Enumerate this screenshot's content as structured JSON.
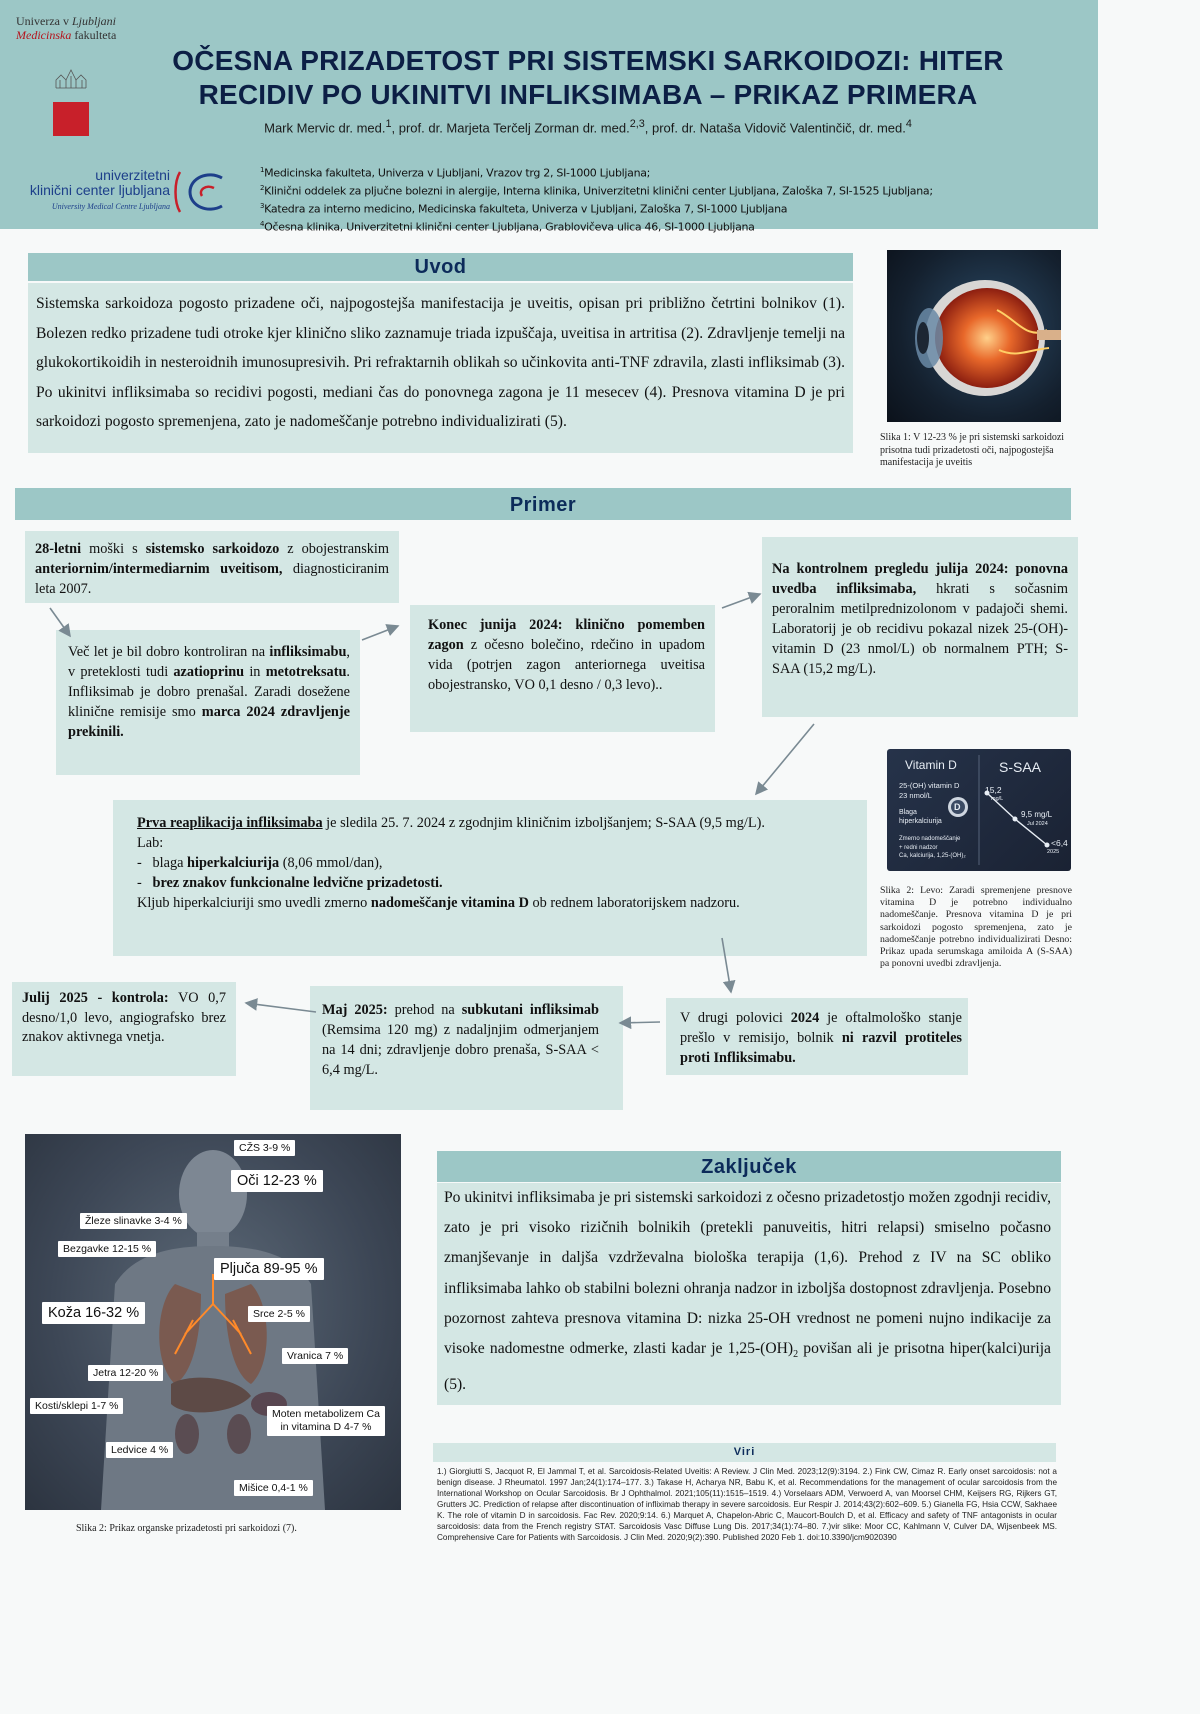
{
  "header": {
    "uni_line1": "Univerza v",
    "uni_line1_it": "Ljubljani",
    "uni_line2_it": "Medicinska",
    "uni_line2": " fakulteta",
    "title_line1": "OČESNA PRIZADETOST PRI SISTEMSKI SARKOIDOZI: HITER",
    "title_line2": "RECIDIV PO UKINITVI INFLIKSIMABA – PRIKAZ PRIMERA",
    "authors_a": "Mark Mervic dr. med.",
    "authors_a_sup": "1",
    "authors_b": ", prof. dr. Marjeta Terčelj Zorman dr. med.",
    "authors_b_sup": "2,3",
    "authors_c": ", prof. dr. Nataša Vidovič Valentinčič, dr. med.",
    "authors_c_sup": "4",
    "ukc_line1": "univerzitetni",
    "ukc_line2": "klinični center ljubljana",
    "ukc_sub": "University Medical Centre Ljubljana",
    "affils": [
      {
        "sup": "1",
        "text": "Medicinska fakulteta, Univerza v Ljubljani, Vrazov trg 2, SI-1000 Ljubljana;"
      },
      {
        "sup": "2",
        "text": "Klinični oddelek za pljučne bolezni in alergije, Interna klinika, Univerzitetni klinični center Ljubljana, Zaloška 7, SI-1525 Ljubljana;"
      },
      {
        "sup": "3",
        "text": "Katedra za interno medicino, Medicinska fakulteta, Univerza v Ljubljani, Zaloška 7, SI-1000 Ljubljana"
      },
      {
        "sup": "4",
        "text": "Očesna klinika, Univerzitetni klinični center Ljubljana, Grablovičeva ulica 46, SI-1000 Ljubljana"
      }
    ]
  },
  "uvod": {
    "heading": "Uvod",
    "text": "Sistemska sarkoidoza pogosto prizadene oči, najpogostejša manifestacija je uveitis, opisan pri približno četrtini bolnikov (1). Bolezen redko prizadene tudi otroke kjer klinično sliko zaznamuje triada izpuščaja, uveitisa in artritisa (2). Zdravljenje temelji na glukokortikoidih in nesteroidnih imunosupresivih. Pri refraktarnih oblikah so učinkovita anti-TNF zdravila, zlasti infliksimab (3). Po ukinitvi infliksimaba so recidivi pogosti, mediani čas do ponovnega zagona je 11 mesecev (4). Presnova vitamina D je pri sarkoidozi pogosto spremenjena, zato je nadomeščanje potrebno individualizirati (5).",
    "caption": "Slika 1: V 12-23 % je pri sistemski sarkoidozi prisotna tudi prizadetosti oči, najpogostejša manifestacija je uveitis"
  },
  "primer": {
    "heading": "Primer",
    "b1": {
      "b1": "28-letni",
      "t1": " moški s ",
      "b2": "sistemsko sarkoidozo",
      "t2": " z obojestranskim ",
      "b3": "anteriornim/intermediarnim uveitisom,",
      "t3": " diagnosticiranim leta 2007."
    },
    "b2": {
      "t1": "Več let je bil dobro kontroliran na ",
      "b1": "infliksimabu",
      "t2": ", v preteklosti tudi ",
      "b2": "azatioprinu",
      "t3": " in ",
      "b3": "metotreksatu",
      "t4": ". Infliksimab je dobro prenašal. Zaradi dosežene klinične remisije smo ",
      "b4": "marca 2024 zdravljenje prekinili."
    },
    "b3": {
      "b1": "Konec junija 2024: klinično pomemben zagon",
      "t1": " z očesno bolečino, rdečino in upadom vida (potrjen zagon anteriornega uveitisa obojestransko, VO 0,1 desno / 0,3 levo).."
    },
    "b4": {
      "b1": "Na kontrolnem pregledu julija 2024: ponovna uvedba infliksimaba,",
      "t1": " hkrati s sočasnim peroralnim metilprednizolonom v padajoči shemi. Laboratorij je ob recidivu pokazal nizek 25-(OH)-vitamin D (23 nmol/L) ob normalnem PTH; S-SAA (15,2 mg/L)."
    },
    "b5": {
      "u1": "Prva reaplikacija infliksimaba",
      "t1": " je sledila 25. 7. 2024 z zgodnjim kliničnim izboljšanjem; S-SAA (9,5 mg/L).",
      "lab": "Lab:",
      "li1a": "blaga ",
      "li1b": "hiperkalciurija",
      "li1c": " (8,06 mmol/dan),",
      "li2": "brez znakov funkcionalne ledvične prizadetosti.",
      "t2": "Kljub hiperkalciuriji smo uvedli zmerno ",
      "b2": "nadomeščanje vitamina D",
      "t3": " ob rednem laboratorijskem nadzoru.",
      "dash": "-"
    },
    "b6": {
      "t1": "V drugi polovici ",
      "b1": "2024",
      "t2": " je oftalmološko stanje prešlo v remisijo, bolnik ",
      "b2": "ni razvil protiteles proti  Infliksimabu."
    },
    "b7": {
      "b1": "Maj 2025:",
      "t1": " prehod na ",
      "b2": "subkutani infliksimab",
      "t2": " (Remsima 120 mg) z nadaljnjim odmerjanjem na 14 dni; zdravljenje dobro prenaša, S-SAA < 6,4 mg/L."
    },
    "b8": {
      "b1": "Julij 2025 - kontrola:",
      "t1": " VO 0,7 desno/1,0 levo, angiografsko brez znakov aktivnega vnetja."
    },
    "vitd": {
      "title_left": "Vitamin D",
      "title_right": "S-SAA",
      "l1": "25-(OH) vitamin D",
      "l2": "23 nmol/L",
      "l3": "Blaga",
      "l4": "hiperkalciurija",
      "l5": "Zmerno nadomeščanje",
      "l6": "+ redni nadzor",
      "l7": "Ca, kalciurija, 1,25-(OH)₂",
      "d_icon": "D",
      "p1": "15,2",
      "p1u": "mg/L",
      "p2": "9,5 mg/L",
      "p2d": "Jul 2024",
      "p3": "<6,4",
      "p3d": "2025"
    },
    "caption2": "Slika 2: Levo: Zaradi spremenjene presnove vitamina D je potrebno individualno nadomeščanje. Presnova vitamina D je pri sarkoidozi pogosto spremenjena, zato je nadomeščanje potrebno individualizirati Desno: Prikaz upada serumskaga amiloida A (S-SAA) pa ponovni uvedbi zdravljenja."
  },
  "organs": {
    "tags": {
      "czs": "CŽS 3-9 %",
      "oci": "Oči 12-23 %",
      "zleze": "Žleze slinavke 3-4 %",
      "bezgavke": "Bezgavke 12-15 %",
      "pljuca": "Pljuča 89-95 %",
      "koza": "Koža 16-32 %",
      "srce": "Srce 2-5 %",
      "vranica": "Vranica 7 %",
      "jetra": "Jetra 12-20 %",
      "kosti": "Kosti/sklepi 1-7 %",
      "moten1": "Moten metabolizem Ca",
      "moten2": "in vitamina D 4-7 %",
      "ledvice": "Ledvice 4 %",
      "misice": "Mišice 0,4-1 %"
    },
    "caption": "Slika 2: Prikaz organske prizadetosti pri sarkoidozi (7)."
  },
  "zakljucek": {
    "heading": "Zaključek",
    "text_a": "Po ukinitvi infliksimaba je pri sistemski sarkoidozi z očesno prizadetostjo možen zgodnji recidiv, zato je pri visoko rizičnih bolnikih (pretekli panuveitis, hitri relapsi) smiselno počasno zmanjševanje in daljša vzdrževalna biološka terapija (1,6). Prehod z IV na SC obliko infliksimaba lahko ob stabilni bolezni ohranja nadzor in izboljša dostopnost zdravljenja. Posebno pozornost zahteva presnova vitamina D: nizka 25-OH vrednost ne pomeni nujno indikacije za visoke nadomestne odmerke, zlasti kadar je 1,25-(OH)",
    "sub": "2",
    "text_b": " povišan ali je prisotna hiper(kalci)urija (5)."
  },
  "viri": {
    "heading": "Viri",
    "text": "1.) Giorgiutti S, Jacquot R, El Jammal T, et al. Sarcoidosis-Related Uveitis: A Review. J Clin Med. 2023;12(9):3194. 2.) Fink CW, Cimaz R. Early onset sarcoidosis: not a benign disease. J Rheumatol. 1997 Jan;24(1):174–177. 3.) Takase H, Acharya NR, Babu K, et al. Recommendations for the management of ocular sarcoidosis from the International Workshop on Ocular Sarcoidosis. Br J Ophthalmol. 2021;105(11):1515–1519. 4.) Vorselaars ADM, Verwoerd A, van Moorsel CHM, Keijsers RG, Rijkers GT, Grutters JC. Prediction of relapse after discontinuation of infliximab therapy in severe sarcoidosis. Eur Respir J. 2014;43(2):602–609. 5.) Gianella FG, Hsia CCW, Sakhaee K. The role of vitamin D in sarcoidosis. Fac Rev. 2020;9:14. 6.) Marquet A, Chapelon-Abric C, Maucort-Boulch D, et al. Efficacy and safety of TNF antagonists in ocular sarcoidosis: data from the French registry STAT. Sarcoidosis Vasc Diffuse Lung Dis. 2017;34(1):74–80. 7.)vir slike: Moor CC, Kahlmann V, Culver DA, Wijsenbeek MS. Comprehensive Care for Patients with Sarcoidosis. J Clin Med. 2020;9(2):390. Published 2020 Feb 1. doi:10.3390/jcm9020390"
  },
  "colors": {
    "header_bg": "#9cc7c6",
    "box_bg": "#d4e7e4",
    "title": "#0c1f45",
    "accent_red": "#b5121b"
  }
}
